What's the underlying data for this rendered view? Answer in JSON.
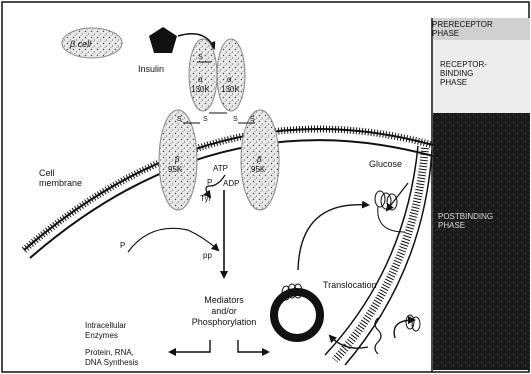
{
  "diagram": {
    "labels": {
      "beta_cell": "β cell",
      "insulin": "Insulin",
      "s1": "S",
      "s2": "S",
      "s3": "S",
      "s4": "S",
      "s5": "S",
      "alpha": "α",
      "alpha_kd": "130K",
      "beta": "β",
      "beta_kd": "95K",
      "cell_membrane_1": "Cell",
      "cell_membrane_2": "membrane",
      "atp": "ATP",
      "adp": "ADP",
      "p": "P",
      "tyr": "Tyr",
      "pp": "pp",
      "glucose": "Glucose",
      "translocation": "Translocation",
      "mediators_1": "Mediators",
      "mediators_2": "and/or",
      "mediators_3": "Phosphorylation",
      "enzymes_1": "Intracellular",
      "enzymes_2": "Enzymes",
      "synthesis_1": "Protein, RNA,",
      "synthesis_2": "DNA Synthesis"
    },
    "phases": {
      "prereceptor_1": "PRERECEPTOR",
      "prereceptor_2": "PHASE",
      "receptor_1": "RECEPTOR-",
      "receptor_2": "BINDING",
      "receptor_3": "PHASE",
      "postbinding_1": "POSTBINDING",
      "postbinding_2": "PHASE"
    }
  },
  "colors": {
    "ink": "#111111",
    "dark_band": "#1a1a1a",
    "background": "#ffffff"
  }
}
